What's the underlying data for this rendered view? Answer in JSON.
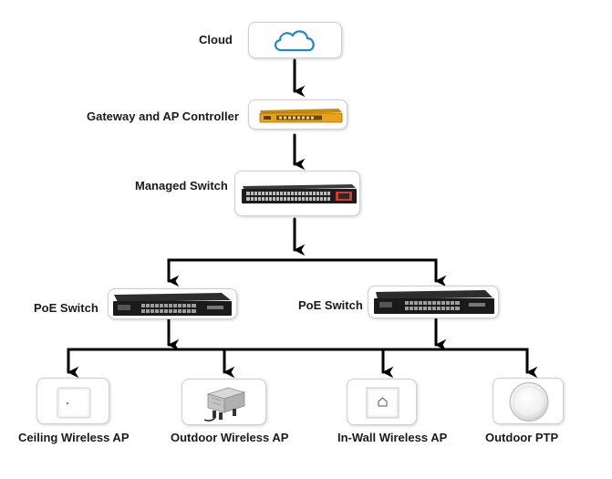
{
  "nodes": {
    "cloud": {
      "label": "Cloud"
    },
    "gateway": {
      "label": "Gateway and AP Controller"
    },
    "managed_switch": {
      "label": "Managed Switch"
    },
    "poe_switch_left": {
      "label": "PoE Switch"
    },
    "poe_switch_right": {
      "label": "PoE Switch"
    },
    "ceiling_ap": {
      "label": "Ceiling Wireless AP"
    },
    "outdoor_ap": {
      "label": "Outdoor Wireless AP"
    },
    "inwall_ap": {
      "label": "In-Wall Wireless AP"
    },
    "outdoor_ptp": {
      "label": "Outdoor PTP"
    }
  },
  "icons": {
    "cloud": "cloud-icon",
    "gateway": "gateway-device-icon",
    "managed_switch": "managed-switch-icon",
    "poe_switch": "poe-switch-icon",
    "ceiling_ap": "ceiling-ap-icon",
    "outdoor_ap": "outdoor-ap-icon",
    "inwall_ap": "inwall-ap-icon",
    "outdoor_ptp": "outdoor-ptp-icon"
  },
  "colors": {
    "connector": "#000000",
    "cloud_stroke": "#1f88c9",
    "gateway_body": "#e8a317",
    "switch_body": "#1c1c1c",
    "box_border": "#cfcfcf"
  },
  "edges": [
    {
      "from": "cloud",
      "to": "gateway"
    },
    {
      "from": "gateway",
      "to": "managed_switch"
    },
    {
      "from": "managed_switch",
      "to": "poe_switch_left"
    },
    {
      "from": "managed_switch",
      "to": "poe_switch_right"
    },
    {
      "from": "poe_switch_left",
      "to": "ceiling_ap"
    },
    {
      "from": "poe_switch_left",
      "to": "outdoor_ap"
    },
    {
      "from": "poe_switch_right",
      "to": "inwall_ap"
    },
    {
      "from": "poe_switch_right",
      "to": "outdoor_ptp"
    }
  ]
}
